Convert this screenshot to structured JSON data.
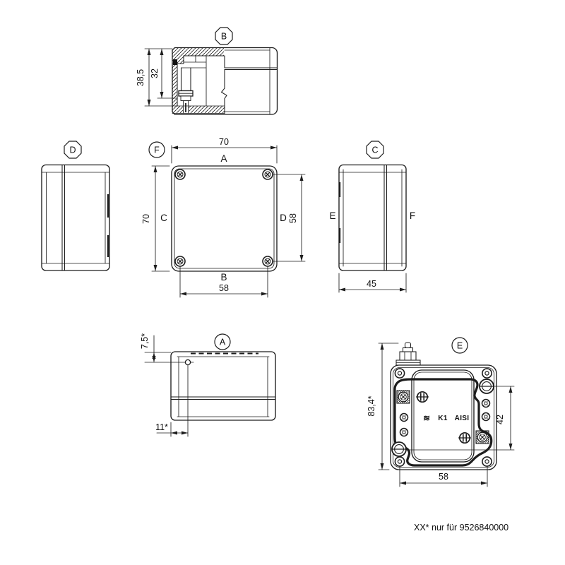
{
  "drawing": {
    "footnote": "XX* nur für 9526840000",
    "views": {
      "b": {
        "balloon": "B",
        "dim_total_depth": "38,5",
        "dim_inner_depth": "32"
      },
      "d": {
        "balloon": "D"
      },
      "f": {
        "balloon": "F",
        "dim_width": "70",
        "dim_height": "70",
        "dim_screw_spacing_v": "58",
        "dim_screw_spacing_h": "58",
        "face_top": "A",
        "face_bottom": "B",
        "face_left": "C",
        "face_right": "D"
      },
      "c": {
        "balloon": "C",
        "dim_depth": "45",
        "face_left": "E",
        "face_right": "F"
      },
      "a": {
        "balloon": "A",
        "dim_hole_from_top": "7,5*",
        "dim_hole_from_side": "11*"
      },
      "e": {
        "balloon": "E",
        "dim_overall_height": "83,4*",
        "dim_screw_spacing_v": "42",
        "dim_screw_spacing_h": "58",
        "marking_series": "K1",
        "marking_material": "AISI",
        "logo_glyph": "≋"
      }
    }
  }
}
